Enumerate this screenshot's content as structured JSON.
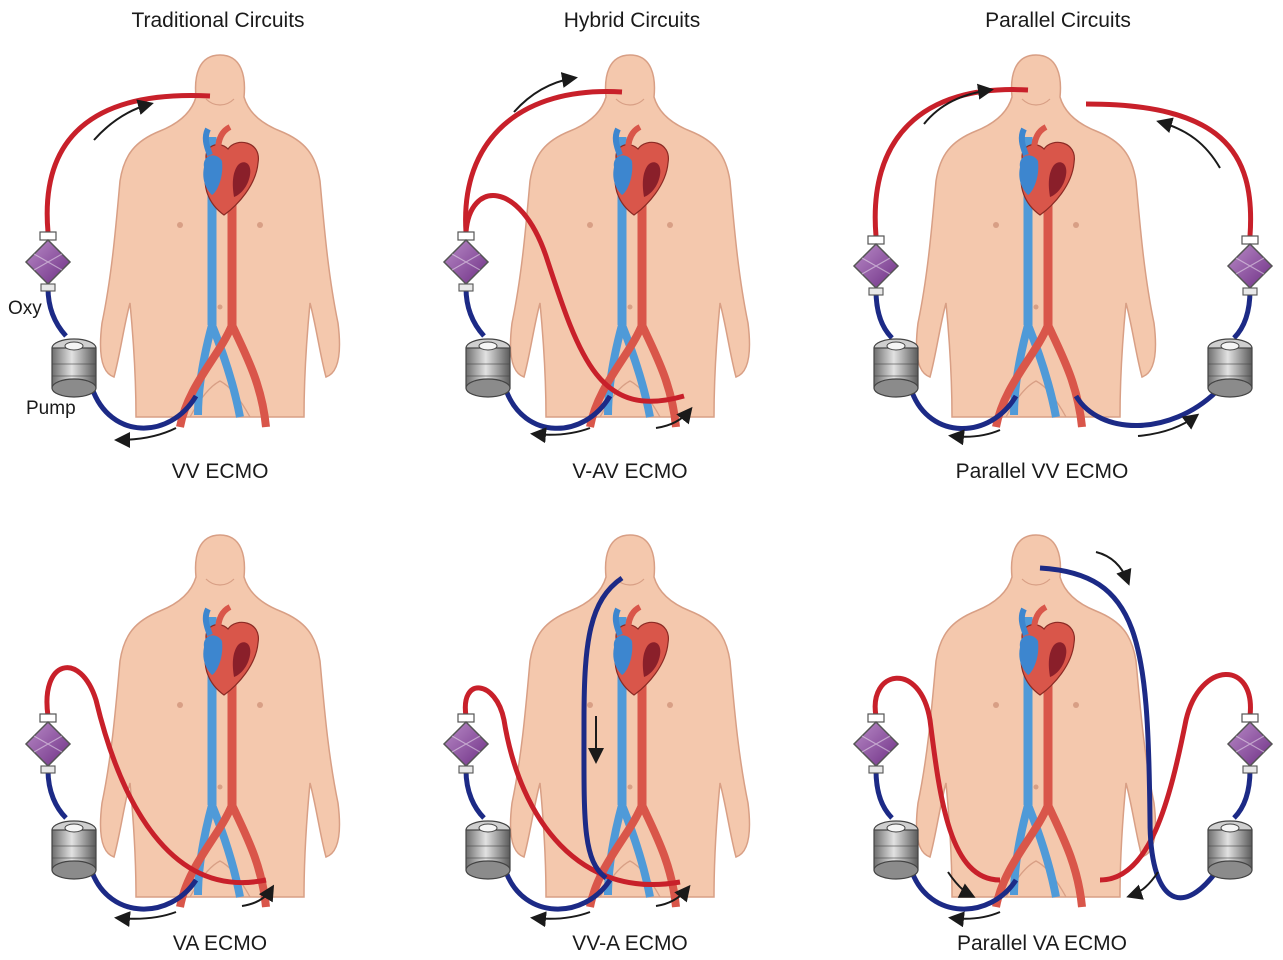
{
  "columns": [
    {
      "title": "Traditional Circuits"
    },
    {
      "title": "Hybrid Circuits"
    },
    {
      "title": "Parallel Circuits"
    }
  ],
  "panels": [
    {
      "caption": "VV ECMO"
    },
    {
      "caption": "V-AV ECMO"
    },
    {
      "caption": "Parallel VV ECMO"
    },
    {
      "caption": "VA ECMO"
    },
    {
      "caption": "VV-A ECMO"
    },
    {
      "caption": "Parallel VA ECMO"
    }
  ],
  "labels": {
    "oxygenator": "Oxy",
    "pump": "Pump"
  },
  "colors": {
    "skin": "#f4c8ad",
    "skin_outline": "#d89f85",
    "arterial_red": "#c8202a",
    "venous_blue": "#1c2a86",
    "vessel_blue": "#4f9ad8",
    "vessel_red": "#d9564a",
    "oxygenator_purple": "#8d4ba0",
    "pump_gray": "#9b9b9b"
  }
}
